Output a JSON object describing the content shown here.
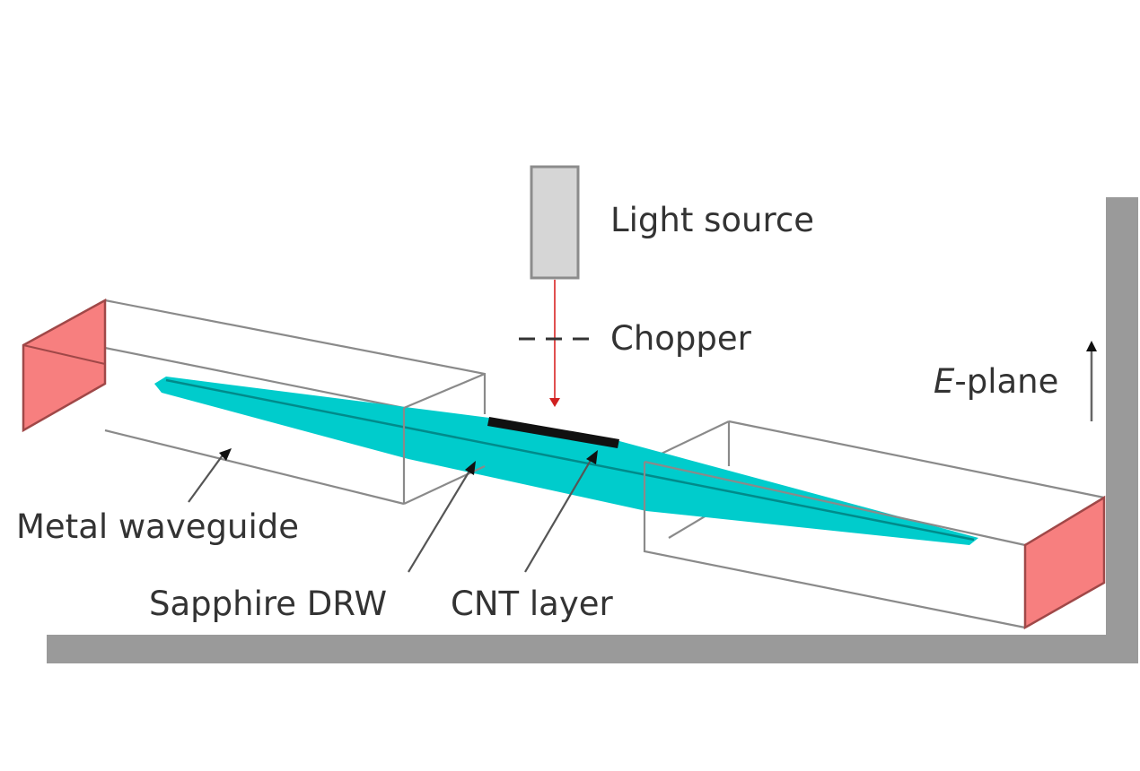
{
  "diagram": {
    "labels": {
      "light_source": "Light source",
      "chopper": "Chopper",
      "e_plane_italic": "E",
      "e_plane_rest": "-plane",
      "metal_waveguide": "Metal waveguide",
      "sapphire_drw": "Sapphire DRW",
      "cnt_layer": "CNT layer"
    },
    "colors": {
      "waveguide_port": "#f77f7f",
      "port_edge": "#a04848",
      "sapphire": "#00cccc",
      "sapphire_dark": "#008b8b",
      "cnt": "#111111",
      "light_source_fill": "#d6d6d6",
      "light_source_edge": "#8c8c8c",
      "beam": "#e05050",
      "shadow": "#999999"
    }
  }
}
